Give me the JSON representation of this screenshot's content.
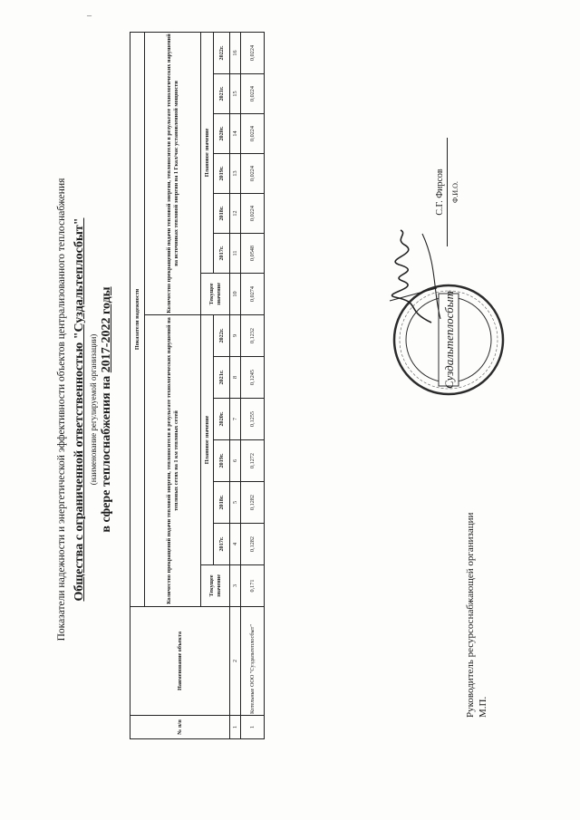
{
  "corner_mark": "–",
  "document": {
    "title": "Показатели надежности и энергетической эффективности объектов централизованного теплоснабжения",
    "org_name": "Общества с ограниченной ответственностью \"Суздальтеплосбыт\"",
    "org_caption": "(наименование регулируемой организации)",
    "sector_prefix": "в сфере теплоснабжения на ",
    "sector_years": "2017-2022 годы"
  },
  "table": {
    "col_num": "№ п/п",
    "col_object": "Наименование объекта",
    "group_header": "Показатели надежности",
    "indicator_1": "Количество прекращений подачи тепловой энергии, теплоносителя в результате технологических нарушений на тепловых сетях на 1 км тепловых сетей",
    "indicator_2": "Количество прекращений подачи тепловой энергии, теплоносителя в результате технологических нарушений на источниках тепловой энергии на 1 Гкал/час установленной мощности",
    "current_value": "Текущее значение",
    "plan_value": "Плановое значение",
    "years": [
      "2017г.",
      "2018г.",
      "2019г.",
      "2020г.",
      "2021г.",
      "2022г."
    ],
    "col_numbers": [
      "1",
      "2",
      "3",
      "4",
      "5",
      "6",
      "7",
      "8",
      "9",
      "10",
      "11",
      "12",
      "13",
      "14",
      "15",
      "16"
    ],
    "row": {
      "num": "1",
      "object": "Котельные ООО \"Суздальтеплосбыт\"",
      "ind1_current": "0,171",
      "ind1_plan": [
        "0,1282",
        "0,1282",
        "0,1272",
        "0,1255",
        "0,1245",
        "0,1232"
      ],
      "ind2_current": "0,0274",
      "ind2_plan": [
        "0,0548",
        "0,0224",
        "0,0224",
        "0,0224",
        "0,0224",
        "0,0224"
      ]
    }
  },
  "footer": {
    "signer_title": "Руководитель ресурсоснабжающей организации",
    "mp": "М.П.",
    "signer_name": "С.Г. Фирсов",
    "fio_caption": "Ф.И.О.",
    "stamp_text": "Суздальтеплосбыт"
  }
}
